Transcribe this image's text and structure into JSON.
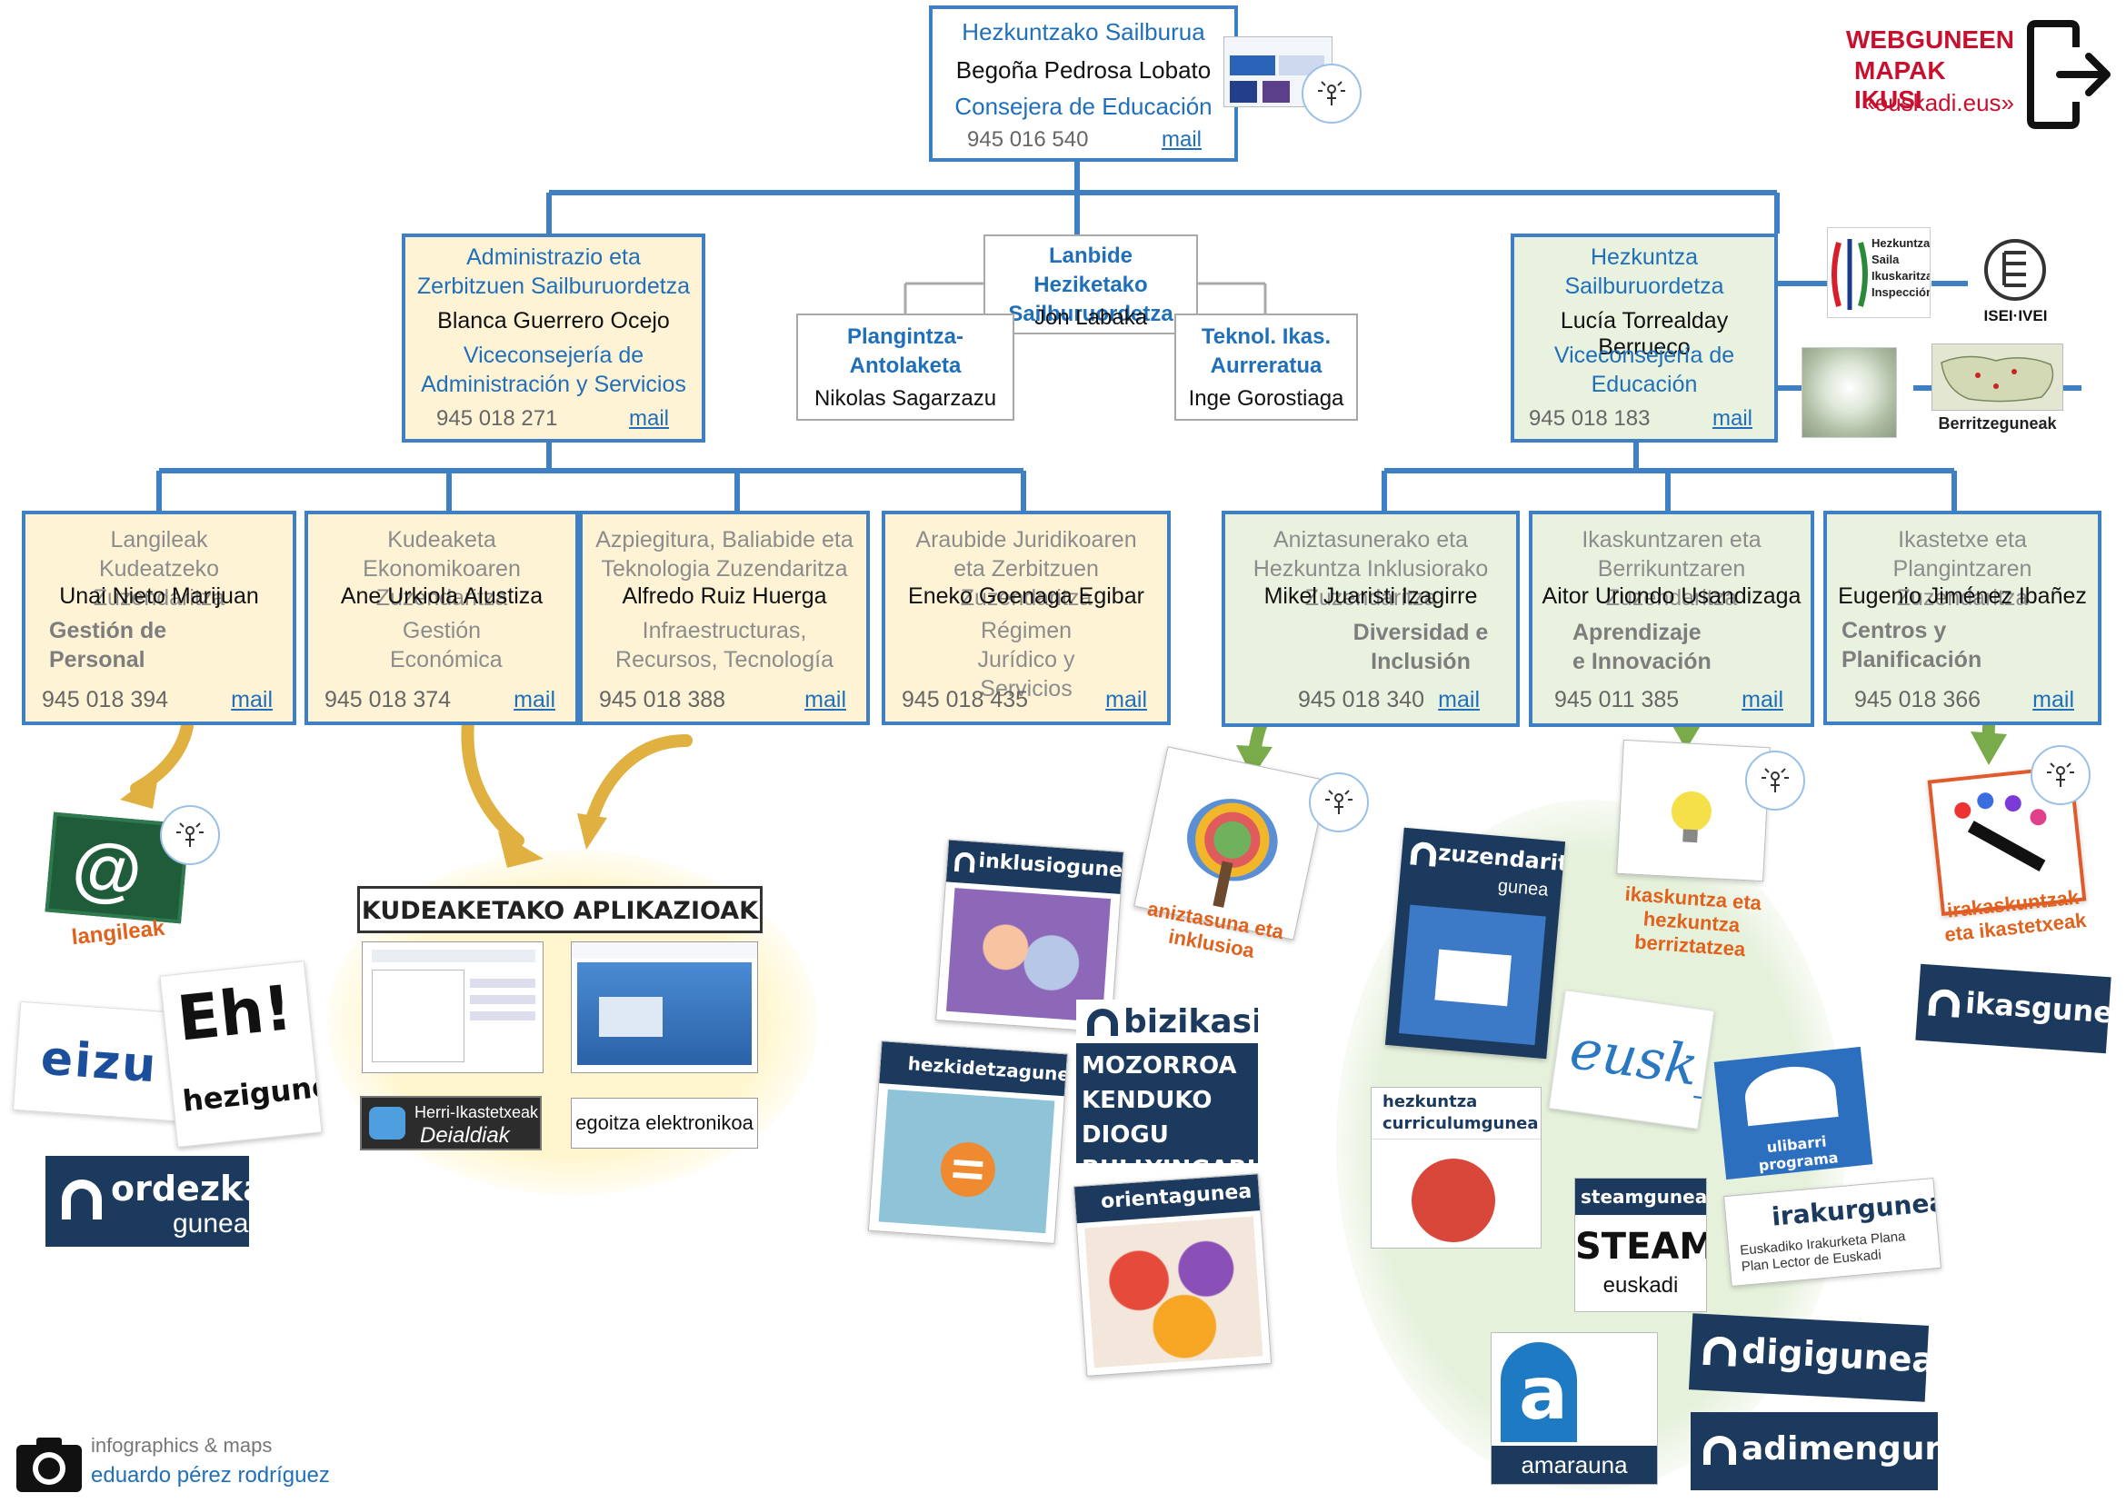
{
  "top": {
    "title_eu": "Hezkuntzako Sailburua",
    "name": "Begoña Pedrosa Lobato",
    "title_es": "Consejera de Educación",
    "phone": "945 016 540",
    "mail": "mail"
  },
  "webmap": {
    "line1": "WEBGUNEEN",
    "line2": "MAPAK IKUSI",
    "line3": "«euskadi.eus»"
  },
  "vice": [
    {
      "title_eu": "Administrazio eta Zerbitzuen Sailburuordetza",
      "name": "Blanca Guerrero Ocejo",
      "title_es": "Viceconsejería de Administración y Servicios",
      "phone": "945 018 271",
      "mail": "mail"
    },
    {
      "title_eu": "Lanbide Heziketako Sailburuordetza",
      "name": "Jon Labaka"
    },
    {
      "title_eu": "Hezkuntza Sailburuordetza",
      "name": "Lucía Torrealday Berrueco",
      "title_es": "Viceconsejería de Educación",
      "phone": "945 018 183",
      "mail": "mail"
    }
  ],
  "subs": [
    {
      "title": "Plangintza-Antolaketa",
      "name": "Nikolas Sagarzazu"
    },
    {
      "title": "Teknol. Ikas. Aurreratua",
      "name": "Inge Gorostiaga"
    }
  ],
  "side": {
    "inspeccion": "Hezkuntza Saila Ikuskaritza Inspección",
    "isei": "ISEI·IVEI",
    "berritzeguneak": "Berritzeguneak"
  },
  "depts": [
    {
      "eu": "Langileak Kudeatzeko Zuzendaritza",
      "name": "Unai Nieto Marijuan",
      "es": "Gestión de Personal",
      "phone": "945 018 394",
      "mail": "mail"
    },
    {
      "eu": "Kudeaketa Ekonomikoaren Zuzendaritza",
      "name": "Ane Urkiola Alustiza",
      "es": "Gestión Económica",
      "phone": "945 018 374",
      "mail": "mail"
    },
    {
      "eu": "Azpiegitura, Baliabide eta Teknologia Zuzendaritza",
      "name": "Alfredo Ruiz Huerga",
      "es": "Infraestructuras, Recursos, Tecnología",
      "phone": "945 018 388",
      "mail": "mail"
    },
    {
      "eu": "Araubide Juridikoaren eta Zerbitzuen Zuzendaritza",
      "name": "Eneko Goenaga Egibar",
      "es": "Régimen Jurídico y Servicios",
      "phone": "945 018 435",
      "mail": "mail"
    },
    {
      "eu": "Aniztasunerako eta Hezkuntza Inklusiorako Zuzendaritza",
      "name": "Mikel Juaristi Izagirre",
      "es": "Diversidad e Inclusión",
      "phone": "945 018 340",
      "mail": "mail"
    },
    {
      "eu": "Ikaskuntzaren eta Berrikuntzaren Zuzendaritza",
      "name": "Aitor Uriondo Usandizaga",
      "es": "Aprendizaje e Innovación",
      "phone": "945 011 385",
      "mail": "mail"
    },
    {
      "eu": "Ikastetxe eta Plangintzaren Zuzendaritza",
      "name": "Eugenio Jiménez Ibañez",
      "es": "Centros y Planificación",
      "phone": "945 018 366",
      "mail": "mail"
    }
  ],
  "apps": {
    "langileak": "langileak",
    "eizu": "eizu",
    "hezigunea_h": "Eh!",
    "hezigunea": "hezigunea",
    "ordezka": "ordezka",
    "ordezka_sub": "gunea",
    "kudeaketa_title": "KUDEAKETAKO APLIKAZIOAK",
    "herri": "Herri-Ikastetxeak",
    "dealdiak": "Deialdiak",
    "egoitza": "egoitza elektronikoa",
    "inklusio": "inklusiogunea",
    "hezkidetza": "hezkidetzagunea",
    "bizikasi": "bizikasi",
    "mozorroa": "MOZORROA KENDUKO DIOGU BULLYINGARI",
    "orienta": "orientagunea",
    "aniztasuna": "aniztasuna eta inklusioa",
    "zuzendaritza": "zuzendaritza",
    "zuzendaritza_sub": "gunea",
    "eusk": "eusk_",
    "ulibarri": "ulibarri programa",
    "curriculum": "hezkuntza curriculumgunea",
    "steam": "steamgunea",
    "steam_big": "STEAM",
    "steam_sub": "euskadi",
    "irakur": "irakurgunea",
    "irakur_sub": "Euskadiko Irakurketa Plana Plan Lector de Euskadi",
    "amarauna": "amarauna",
    "digi": "digigunea",
    "adimen": "adimengunea",
    "ikaskuntza_label": "ikaskuntza eta hezkuntza berriztatzea",
    "irakaskuntzak_label": "irakaskuntzak eta ikastetxeak",
    "ikasgunea": "ikasgunea"
  },
  "credit": {
    "line1": "infographics & maps",
    "line2": "eduardo pérez rodríguez"
  },
  "colors": {
    "blue": "#3f80c4",
    "yellow_bg": "#fff3d6",
    "green_bg": "#e9f2df",
    "title_blue": "#1f6fba",
    "orange_label": "#e0621d",
    "gold_arrow": "#e0b040",
    "green_arrow": "#7aab4a",
    "red": "#c8102e"
  }
}
